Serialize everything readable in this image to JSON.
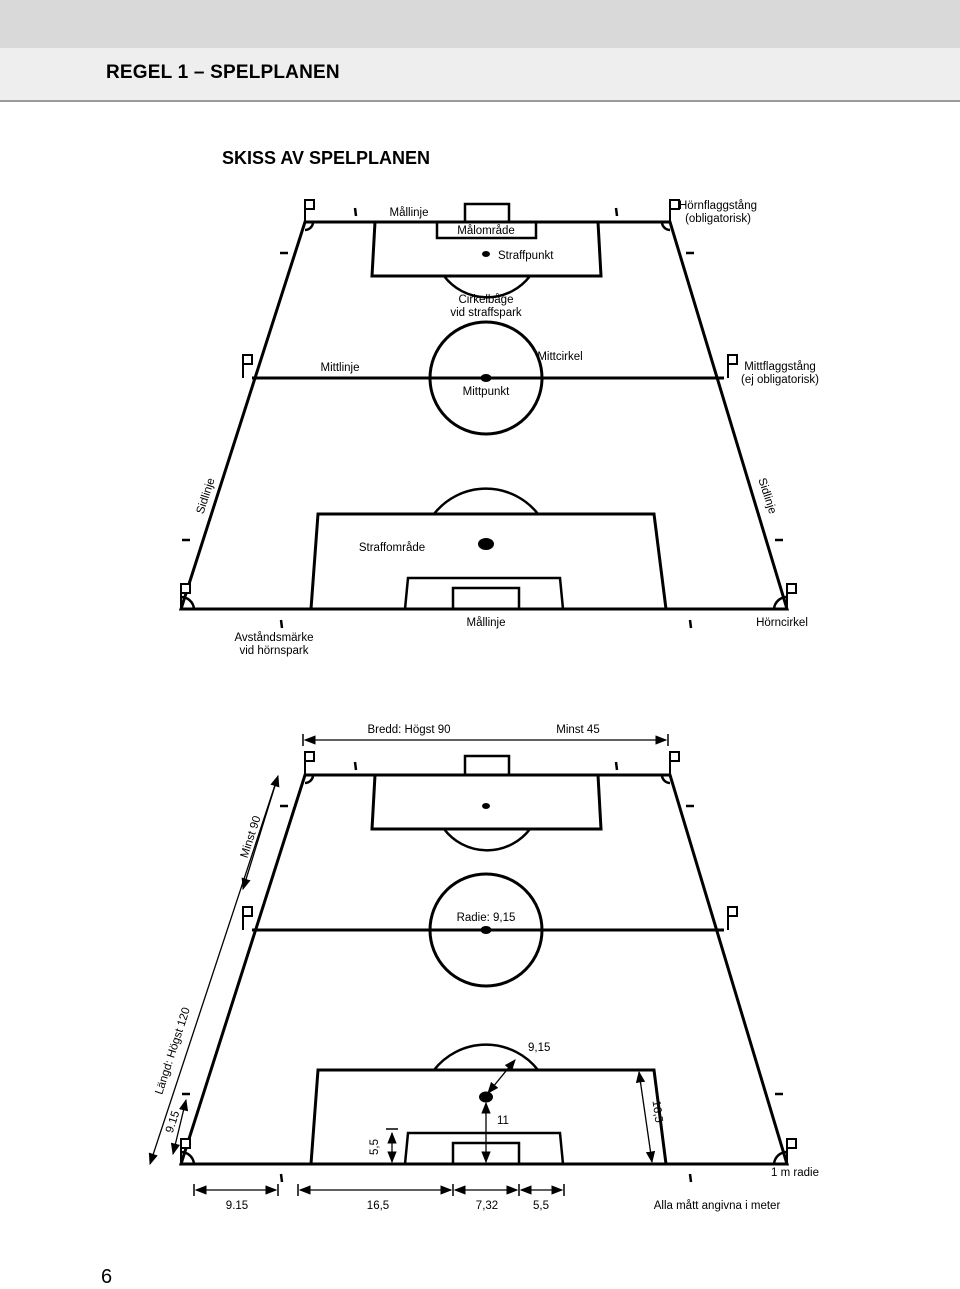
{
  "header": {
    "chapter_title": "REGEL 1 – SPELPLANEN"
  },
  "section": {
    "title": "SKISS AV SPELPLANEN"
  },
  "page_number": "6",
  "top_diagram": {
    "goal_line_top": "Mållinje",
    "goal_area": "Målområde",
    "penalty_mark": "Straffpunkt",
    "corner_flag_line1": "Hörnflaggstång",
    "corner_flag_line2": "(obligatorisk)",
    "penalty_arc_line1": "Cirkelbåge",
    "penalty_arc_line2": "vid straffspark",
    "halfway_line": "Mittlinje",
    "centre_circle": "Mittcirkel",
    "centre_mark": "Mittpunkt",
    "halfway_flag_line1": "Mittflaggstång",
    "halfway_flag_line2": "(ej obligatorisk)",
    "touch_line_left": "Sidlinje",
    "touch_line_right": "Sidlinje",
    "penalty_area": "Straffområde",
    "corner_mark_line1": "Avståndsmärke",
    "corner_mark_line2": "vid hörnspark",
    "goal_line_bottom": "Mållinje",
    "corner_arc": "Hörncirkel"
  },
  "bottom_diagram": {
    "width_max": "Bredd: Högst 90",
    "width_min": "Minst 45",
    "length_min": "Minst 90",
    "length_max": "Längd: Högst 120",
    "radius": "Radie: 9,15",
    "penalty_arc_radius": "9,15",
    "penalty_mark_distance": "11",
    "penalty_area_depth": "16,5",
    "goal_area_depth": "5,5",
    "corner_distance_vertical": "9.15",
    "corner_radius": "1 m radie",
    "dim_corner": "9.15",
    "dim_penalty": "16,5",
    "dim_goal": "7,32",
    "dim_goal_area": "5,5",
    "units_note": "Alla mått angivna i meter"
  }
}
